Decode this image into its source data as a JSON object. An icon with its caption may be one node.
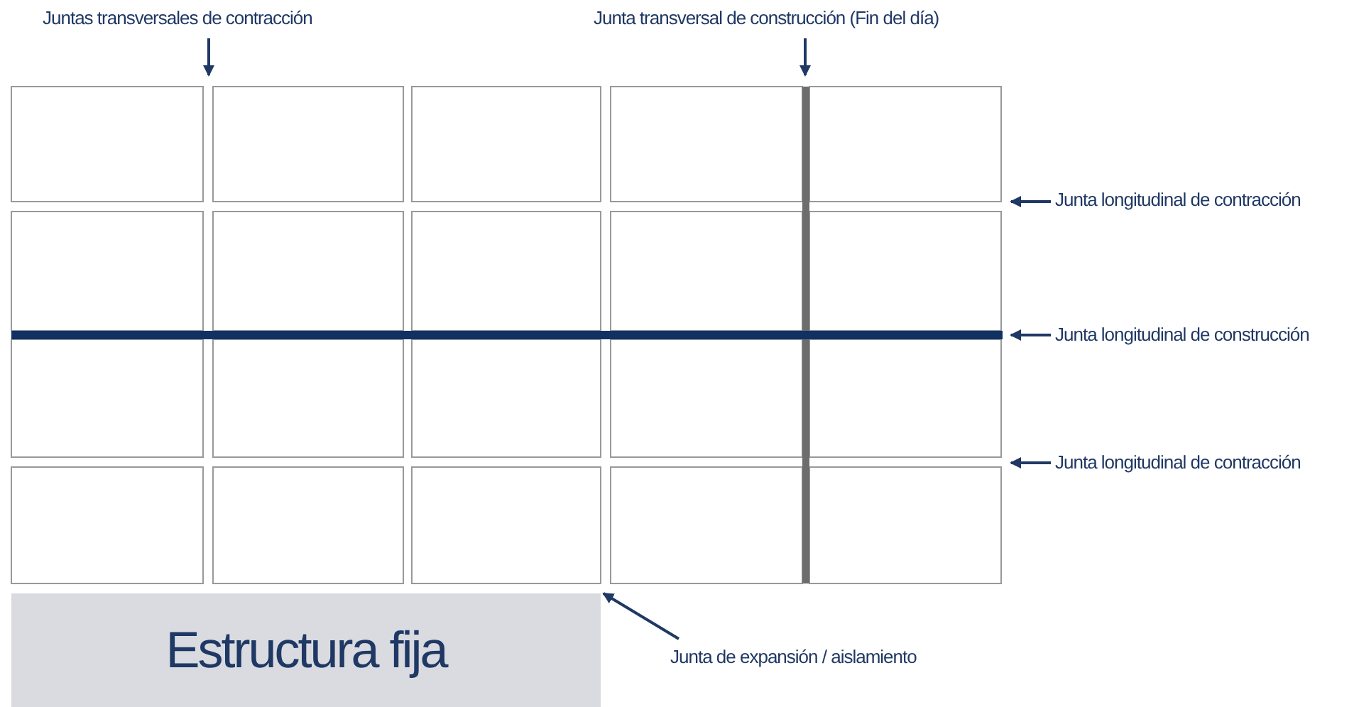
{
  "diagram": {
    "nodes": [
      {
        "text": [
          "Juntas transversales de contracción"
        ]
      },
      {
        "text": [
          "Junta transversal de construcción (Fin del día)"
        ]
      },
      {
        "text": [
          "Junta longitudinal de contracción"
        ]
      },
      {
        "text": [
          "Junta longitudinal de construcción"
        ]
      },
      {
        "text": [
          "Junta longitudinal de contracción"
        ]
      },
      {
        "text": [
          "Junta de expansión / aislamiento"
        ]
      },
      {
        "text": [
          "Estructura fija"
        ]
      }
    ],
    "edges": [
      {
        "from": 0,
        "to": null,
        "arrow": "to"
      },
      {
        "from": 1,
        "to": null,
        "arrow": "to"
      },
      {
        "from": 2,
        "to": null,
        "arrow": "to"
      },
      {
        "from": 3,
        "to": null,
        "arrow": "to"
      },
      {
        "from": 4,
        "to": null,
        "arrow": "to"
      },
      {
        "from": 5,
        "to": 6,
        "arrow": "to"
      }
    ]
  }
}
